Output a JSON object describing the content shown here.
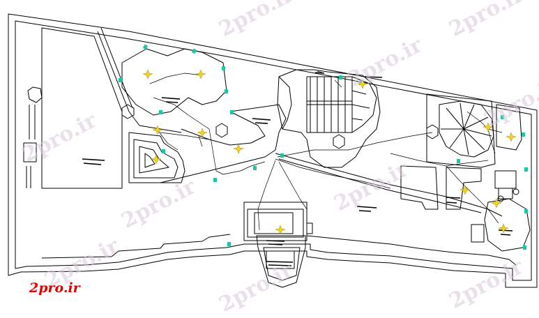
{
  "logo_text": "2pro.ir",
  "watermark_text": "2pro.ir",
  "colors": {
    "line": "#000000",
    "fixture_green": "#19c7a5",
    "light_yellow": "#f2d21b",
    "logo_red": "#e00000"
  },
  "icons": {
    "ceiling_light": "star-burst",
    "wall_fixture": "small-green-mark"
  }
}
